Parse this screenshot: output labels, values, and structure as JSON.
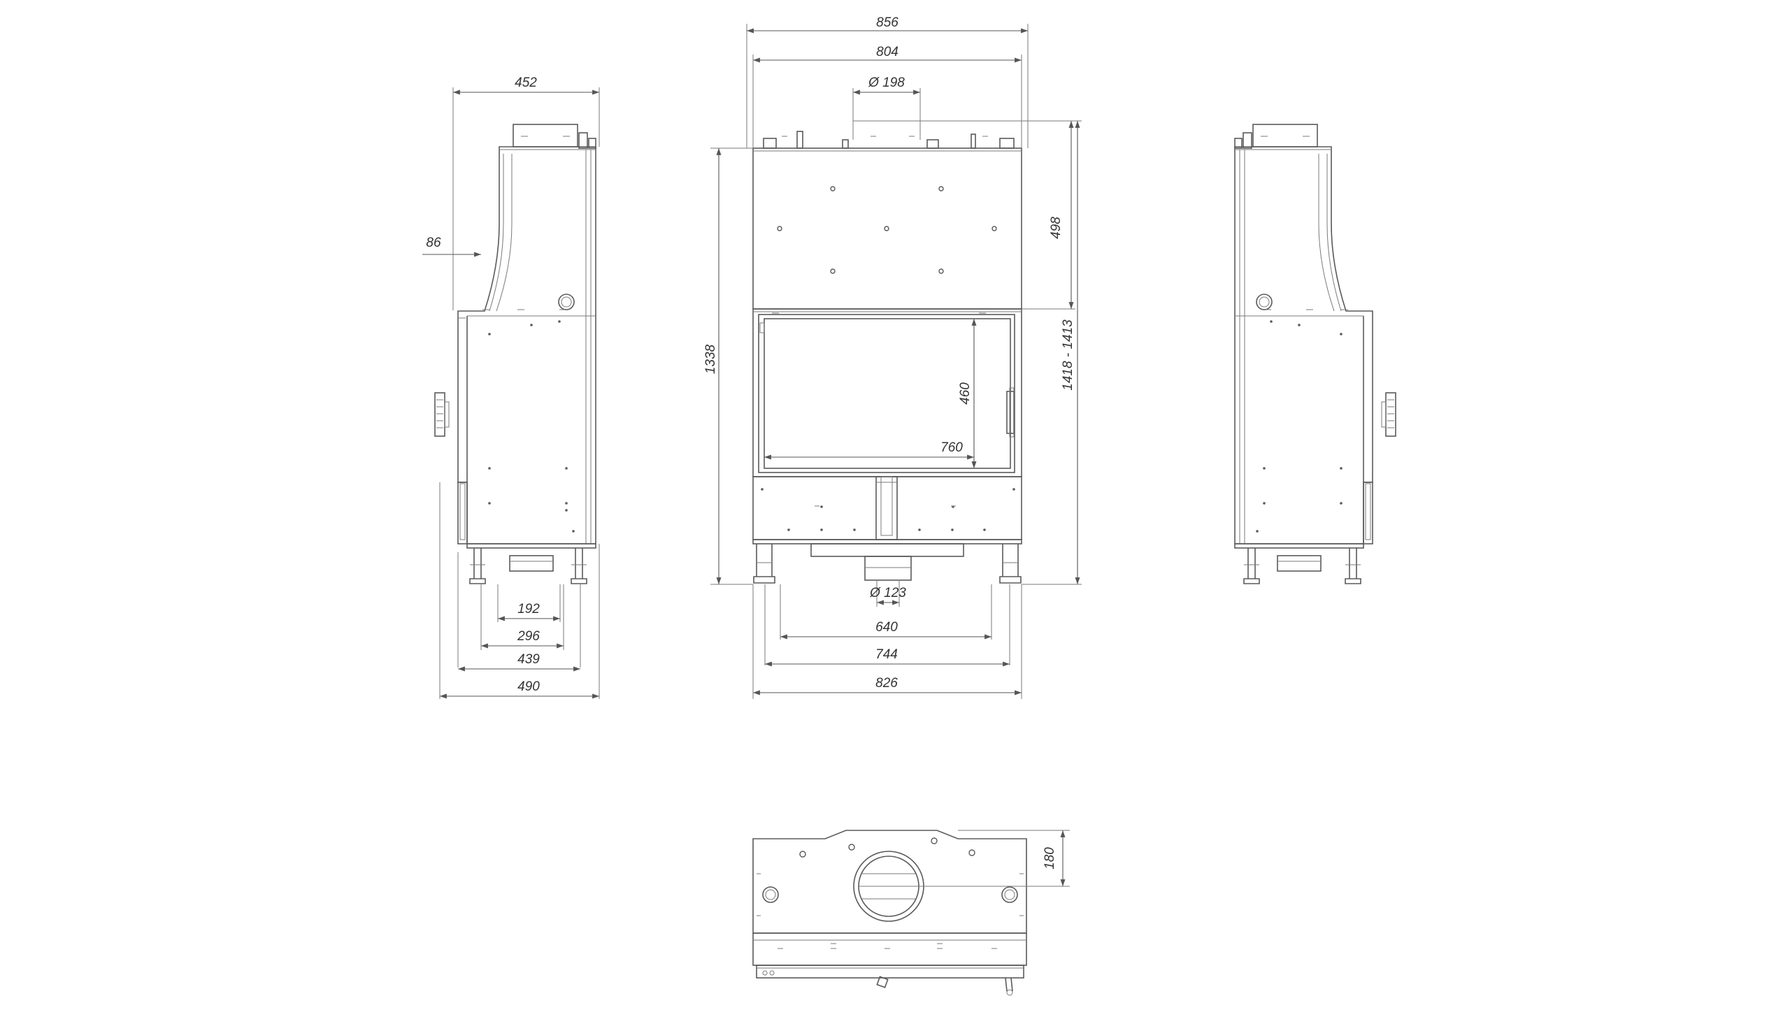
{
  "dimensions": {
    "side_left": {
      "top_width": "452",
      "offset": "86",
      "leg_inner": "192",
      "leg_mid": "296",
      "leg_outer": "439",
      "base_total": "490"
    },
    "front": {
      "overall_width": "856",
      "top_width": "804",
      "flue_diameter": "Ø 198",
      "upper_height": "498",
      "overall_height": "1338",
      "height_range": "1418 - 1413",
      "glass_height": "460",
      "glass_width": "760",
      "air_inlet_diameter": "Ø 123",
      "leg_inner": "640",
      "leg_mid": "744",
      "base_total": "826"
    },
    "top_view": {
      "depth": "180"
    }
  },
  "colors": {
    "line": "#5a5a5a",
    "dimension": "#555555",
    "text": "#333333",
    "background": "#ffffff"
  }
}
